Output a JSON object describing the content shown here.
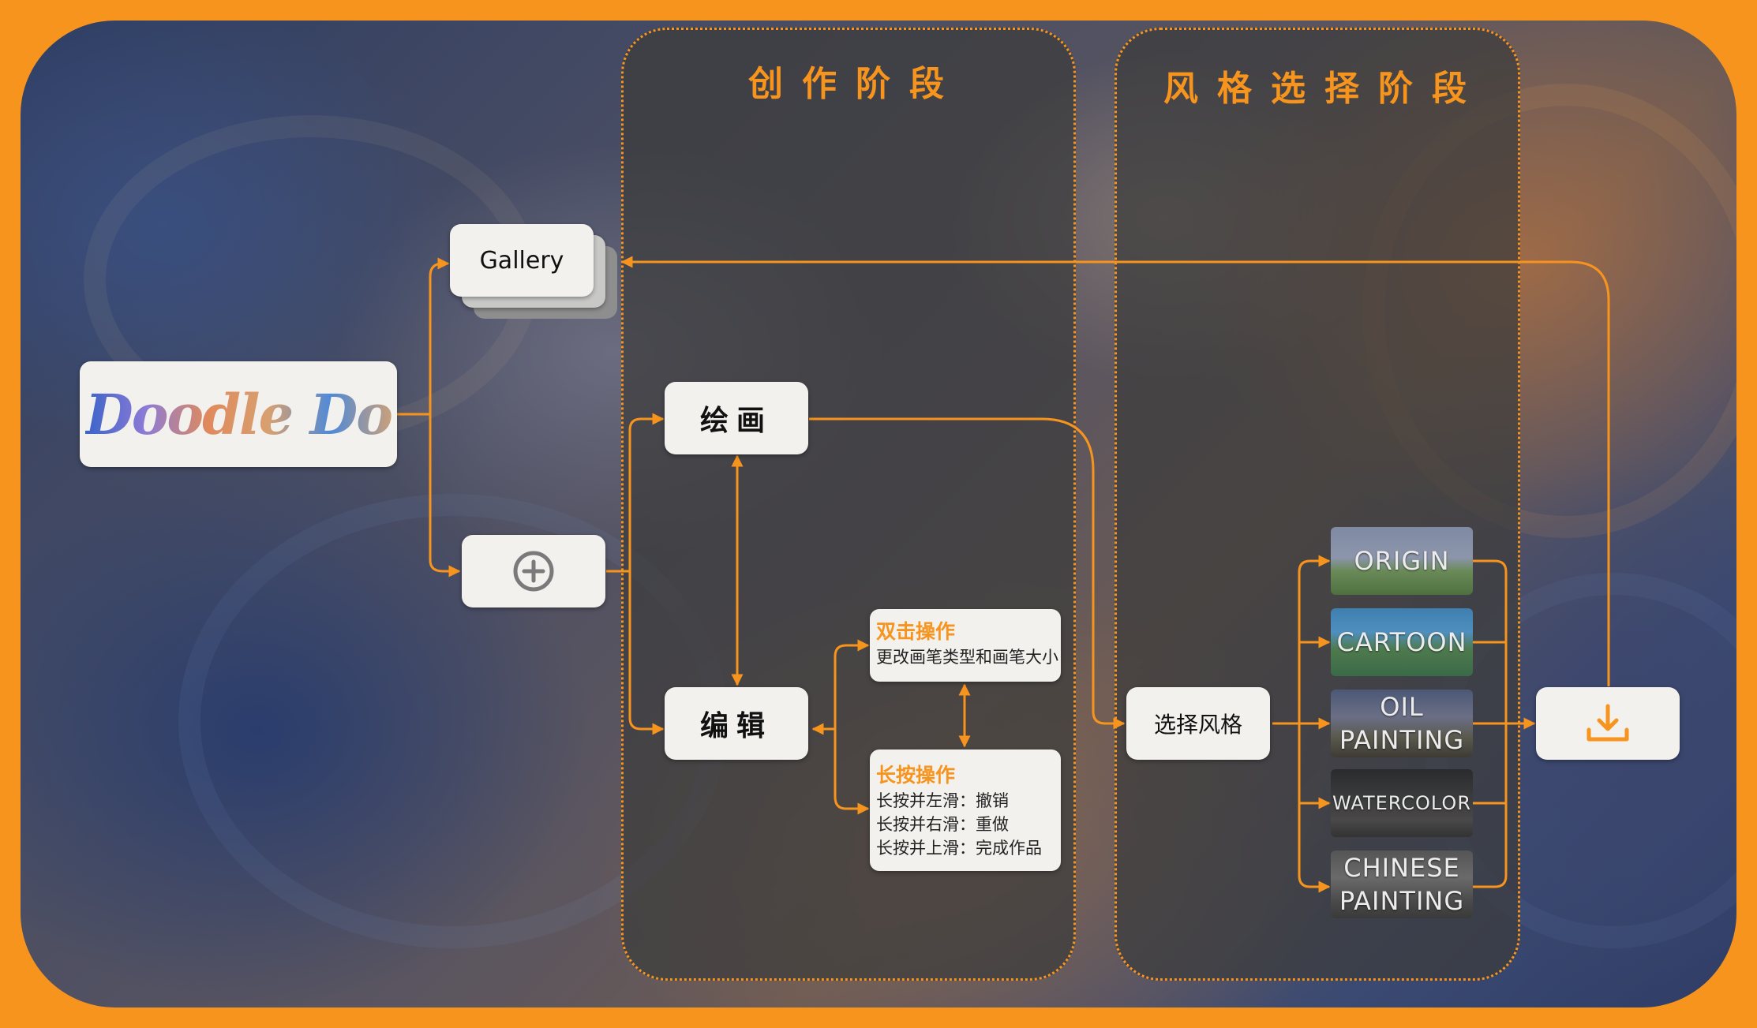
{
  "colors": {
    "accent": "#f7941d",
    "card": "#f2f1ee",
    "stage_panel": "#3c3c3c"
  },
  "stages": {
    "create_title": "创作阶段",
    "style_title": "风格选择阶段"
  },
  "logo": {
    "text": "Doodle Do"
  },
  "gallery": {
    "label": "Gallery"
  },
  "new_button": {
    "icon": "plus-circle-icon"
  },
  "draw": {
    "label": "绘画"
  },
  "edit": {
    "label": "编辑"
  },
  "double_tap": {
    "title": "双击操作",
    "desc": "更改画笔类型和画笔大小"
  },
  "long_press": {
    "title": "长按操作",
    "lines": [
      "长按并左滑：撤销",
      "长按并右滑：重做",
      "长按并上滑：完成作品"
    ]
  },
  "select_style": {
    "label": "选择风格"
  },
  "styles": [
    {
      "label": "ORIGIN"
    },
    {
      "label": "CARTOON"
    },
    {
      "label": "OIL\nPAINTING"
    },
    {
      "label": "WATERCOLOR"
    },
    {
      "label": "CHINESE\nPAINTING"
    }
  ],
  "download": {
    "icon": "download-icon"
  }
}
